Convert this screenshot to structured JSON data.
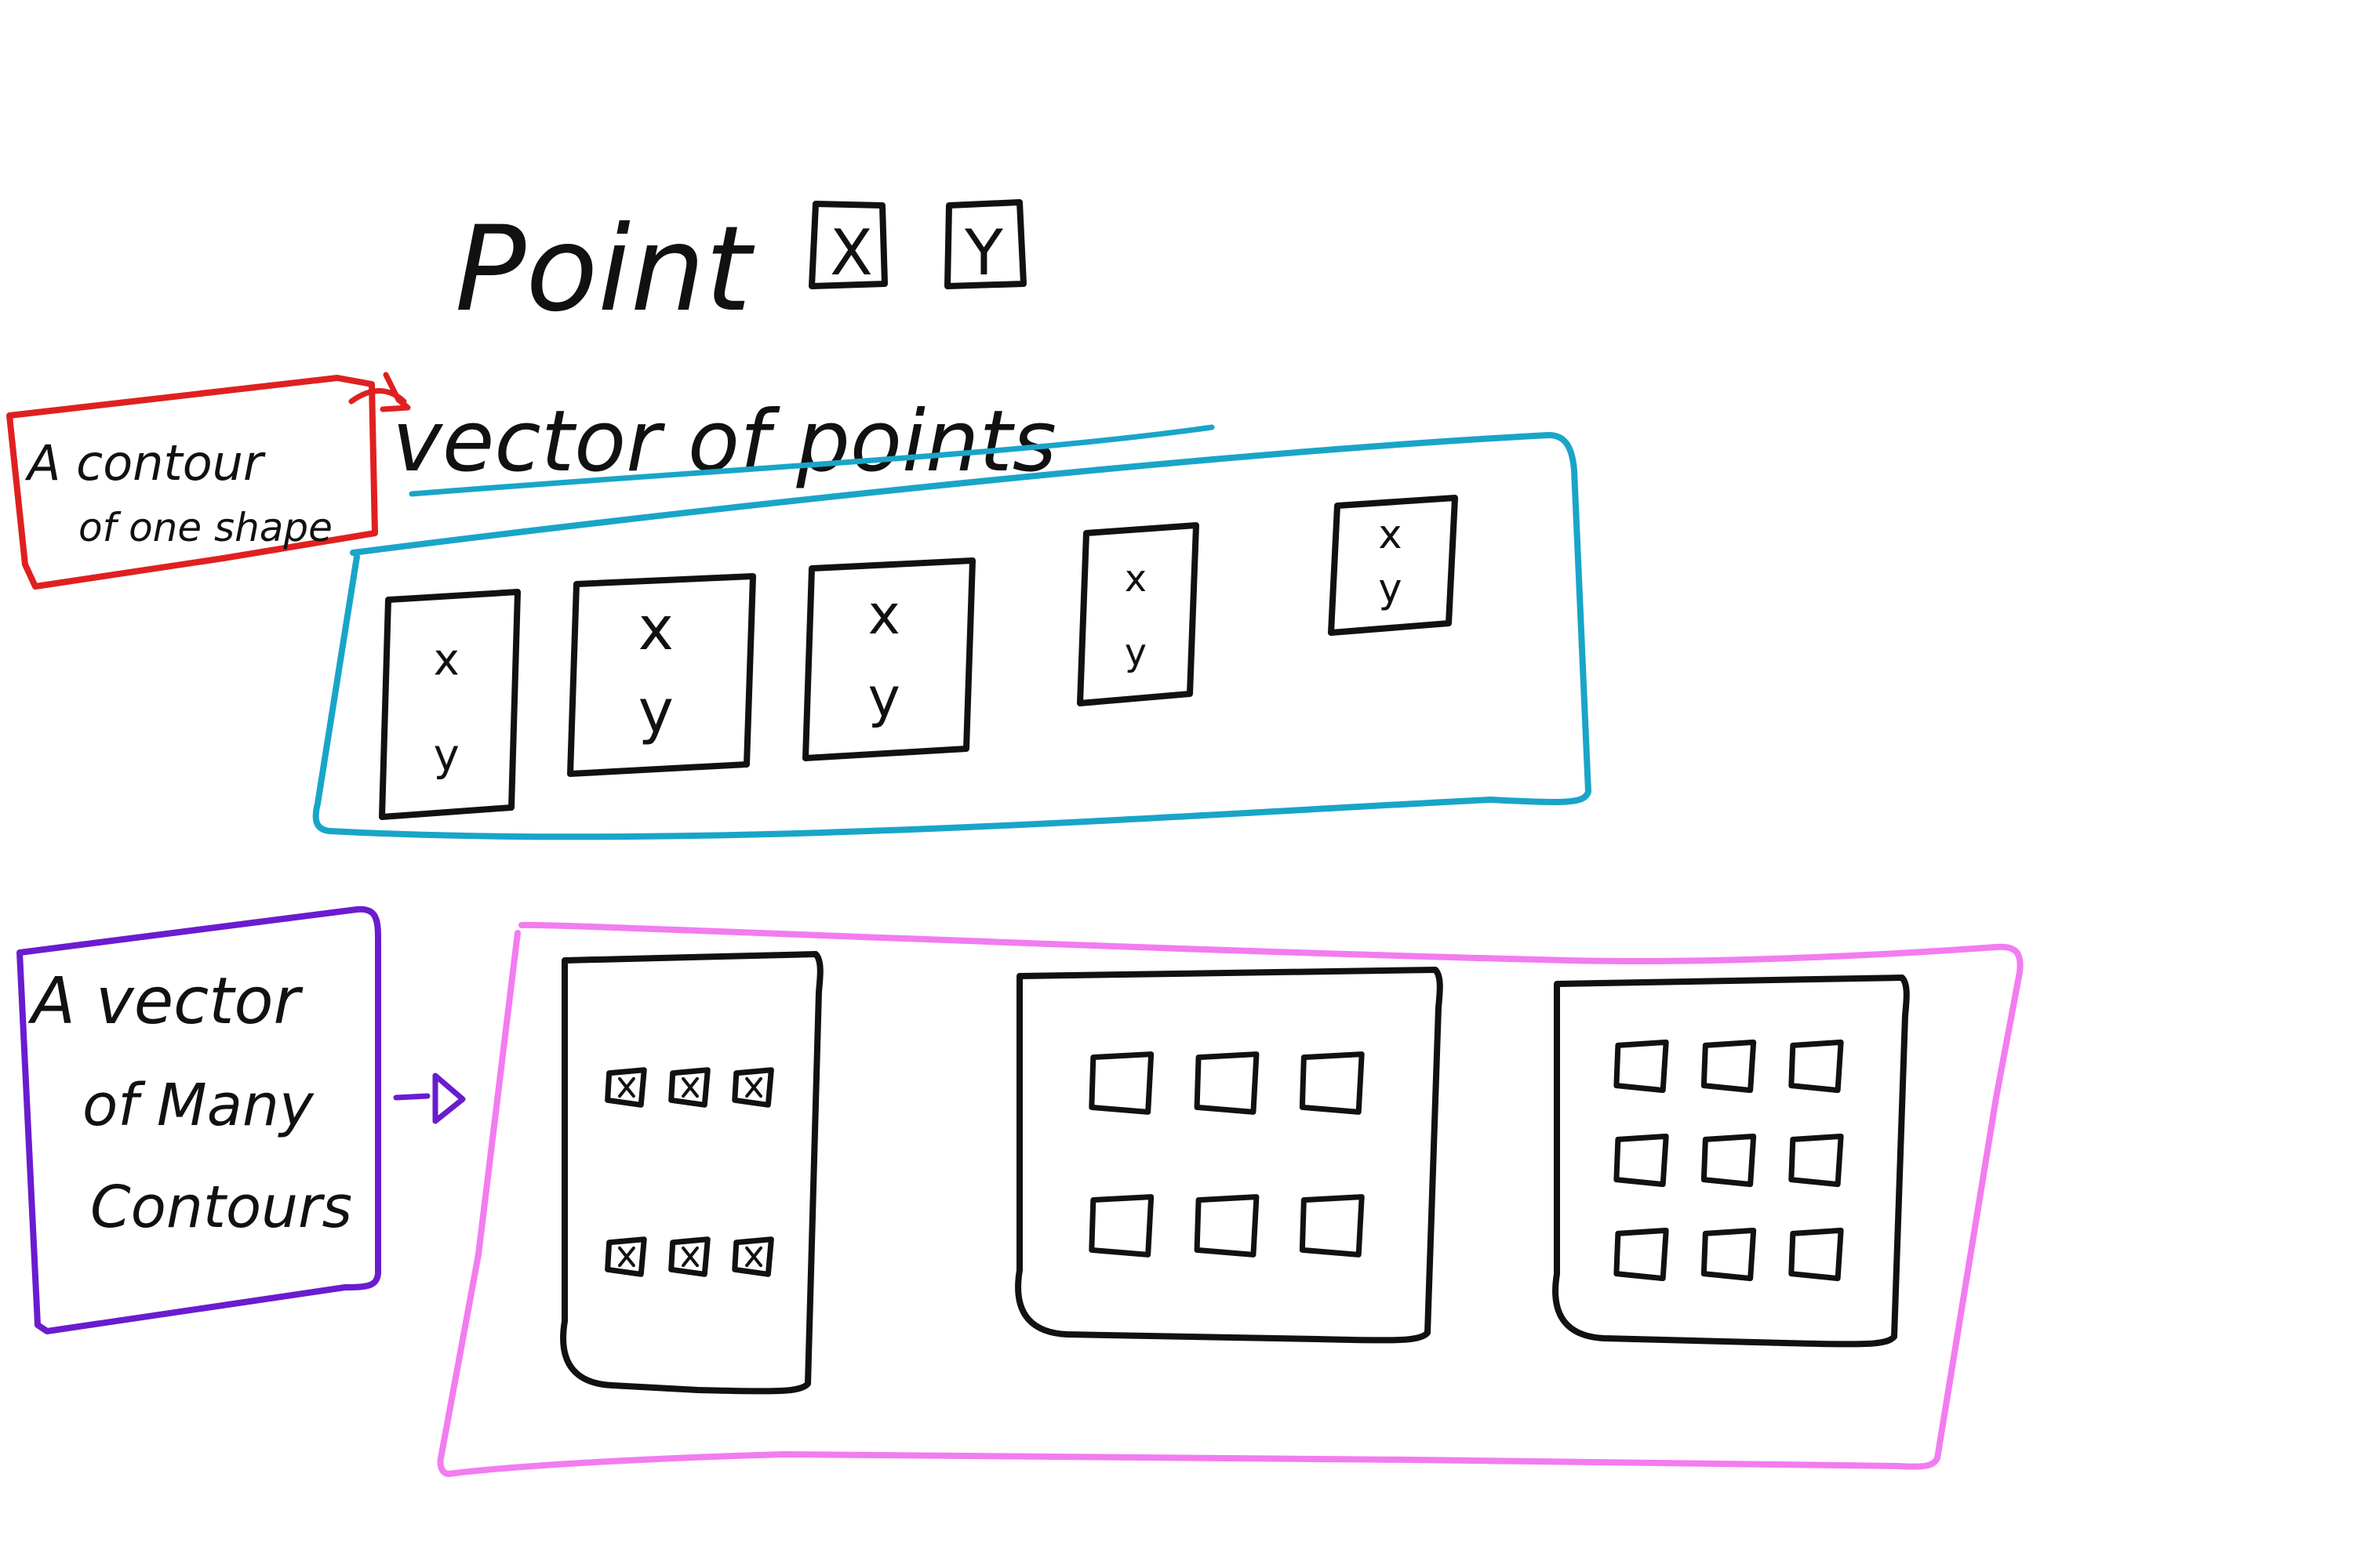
{
  "colors": {
    "ink": "#111111",
    "red": "#e02020",
    "blue": "#19a5c8",
    "purple": "#6a1ccf",
    "pink": "#f27cf0",
    "background": "#ffffff"
  },
  "heading": {
    "point_label": "Point",
    "point_x": "X",
    "point_y": "Y"
  },
  "contour": {
    "note": [
      "A contour",
      "of one shape"
    ],
    "title": "vector of points",
    "points": [
      {
        "x": "x",
        "y": "y"
      },
      {
        "x": "x",
        "y": "y"
      },
      {
        "x": "x",
        "y": "y"
      },
      {
        "x": "x",
        "y": "y"
      },
      {
        "x": "x",
        "y": "y"
      }
    ]
  },
  "contours": {
    "note": [
      "A vector",
      "of Many",
      "Contours"
    ],
    "groups": [
      {
        "rows": 2,
        "cols": 3,
        "has_labels": true
      },
      {
        "rows": 2,
        "cols": 3,
        "has_labels": false
      },
      {
        "rows": 3,
        "cols": 3,
        "has_labels": false
      }
    ]
  }
}
